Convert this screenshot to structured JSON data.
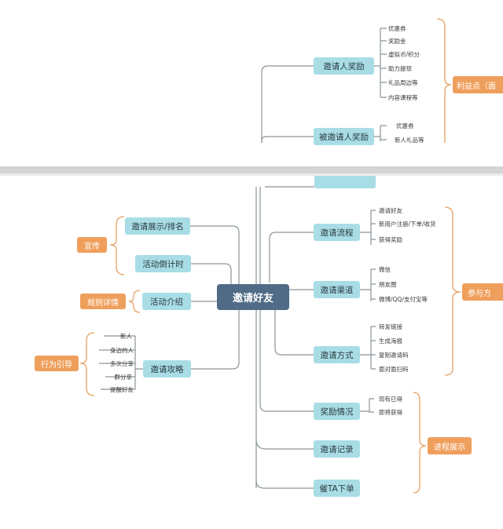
{
  "root": {
    "label": "邀请好友"
  },
  "top_fragment": {
    "branches": [
      {
        "label": "邀请人奖励",
        "items": [
          "优惠券",
          "奖励金",
          "虚拟币/积分",
          "助力提现",
          "礼品周边等",
          "内容课程等"
        ]
      },
      {
        "label": "被邀请人奖励",
        "items": [
          "优惠券",
          "新人礼品等"
        ]
      }
    ],
    "tag": "利益点（面"
  },
  "right_branches": {
    "flow": {
      "label": "邀请流程",
      "items": [
        "邀请好友",
        "新用户注册/下单/收货",
        "获得奖励"
      ]
    },
    "channel": {
      "label": "邀请渠道",
      "items": [
        "微信",
        "朋友圈",
        "微博/QQ/支付宝等"
      ]
    },
    "method": {
      "label": "邀请方式",
      "items": [
        "转发链接",
        "生成海报",
        "复制邀请码",
        "面对面扫码"
      ]
    },
    "reward": {
      "label": "奖励情况",
      "items": [
        "现有已得",
        "即将获得"
      ]
    },
    "record": {
      "label": "邀请记录"
    },
    "urge": {
      "label": "催TA下单"
    },
    "tag_participate": "参与方",
    "tag_progress": "进程展示"
  },
  "left_branches": {
    "display": {
      "label": "邀请展示/排名"
    },
    "countdown": {
      "label": "活动倒计时"
    },
    "intro": {
      "label": "活动介绍"
    },
    "guide": {
      "label": "邀请攻略",
      "items": [
        "新人",
        "身边的人",
        "多次分享",
        "群分享",
        "提醒好友"
      ]
    },
    "tag_promo": "宣传",
    "tag_rules": "规则详情",
    "tag_behavior": "行为引导"
  },
  "colors": {
    "line": "#8a959a",
    "brace_orange": "#e8a060",
    "divider": "#d4d4d4",
    "root_bg": "#4f6b86",
    "node_bg": "#a8dde6",
    "tag_bg": "#ef9f5c"
  }
}
